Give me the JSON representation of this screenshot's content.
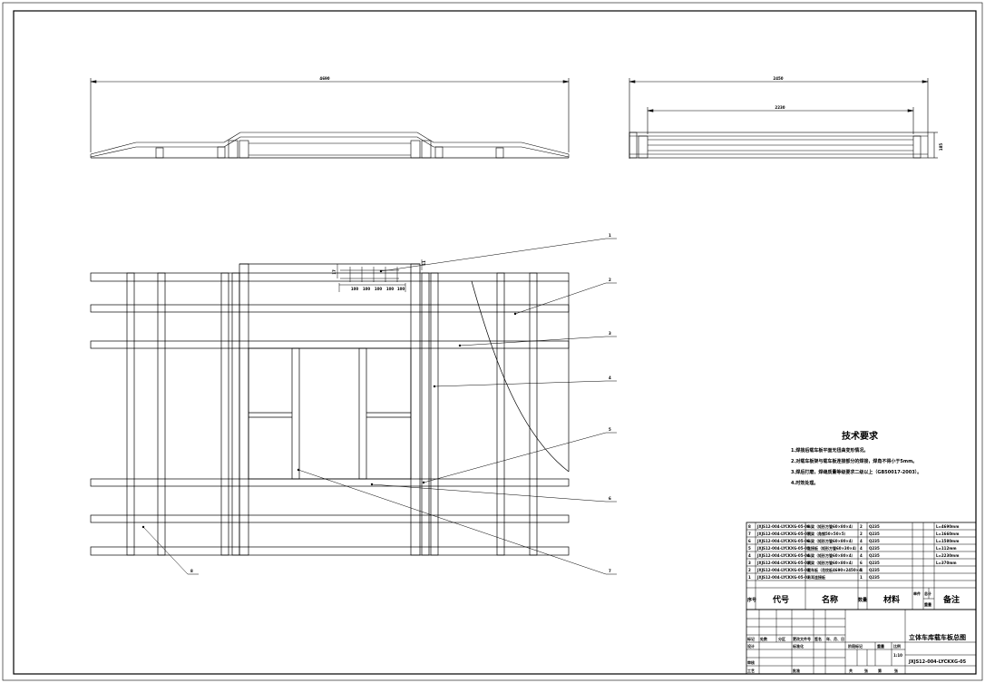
{
  "top_view": {
    "dim_total": "4690"
  },
  "side_view": {
    "dim_overall": "2450",
    "dim_inner": "2230",
    "dim_height": "185"
  },
  "plan_view": {
    "dims": [
      "100",
      "100",
      "100",
      "100",
      "100"
    ],
    "dim_v1": "17",
    "dim_v2": "11",
    "callouts": [
      "1",
      "2",
      "3",
      "4",
      "5",
      "6",
      "7",
      "8"
    ]
  },
  "tech_notes": {
    "title": "技术要求",
    "items": [
      "1.焊接后载车板平面无扭曲变形情况。",
      "2.对载车板架与载车板连接部分的焊接，焊角不得小于5mm。",
      "3.焊后打磨，焊缝质量等级要求二级以上（GB50017-2003）。",
      "4.时效处理。"
    ]
  },
  "bom": {
    "rows": [
      {
        "no": "8",
        "code": "JXJS12-004-LYCKXG-05-08",
        "name": "纵梁（矩形方管60×80×4）",
        "qty": "2",
        "mat": "Q235",
        "note": "L=4690mm"
      },
      {
        "no": "7",
        "code": "JXJS12-004-LYCKXG-05-07",
        "name": "横梁（角钢50×50×5）",
        "qty": "2",
        "mat": "Q235",
        "note": "L=1660mm"
      },
      {
        "no": "6",
        "code": "JXJS12-004-LYCKXG-05-06",
        "name": "纵梁（矩形方管60×80×4）",
        "qty": "4",
        "mat": "Q235",
        "note": "L=1580mm"
      },
      {
        "no": "5",
        "code": "JXJS12-004-LYCKXG-05-05",
        "name": "连接板（矩形方管60×30×4）",
        "qty": "4",
        "mat": "Q235",
        "note": "L=112mm"
      },
      {
        "no": "4",
        "code": "JXJS12-004-LYCKXG-05-04",
        "name": "纵梁（矩形方管60×80×4）",
        "qty": "4",
        "mat": "Q235",
        "note": "L=2230mm"
      },
      {
        "no": "3",
        "code": "JXJS12-004-LYCKXG-05-03",
        "name": "横梁（矩形方管60×80×4）",
        "qty": "6",
        "mat": "Q235",
        "note": "L=370mm"
      },
      {
        "no": "2",
        "code": "JXJS12-004-LYCKXG-05-02",
        "name": "载车板（花纹板4690×2450×4）",
        "qty": "1",
        "mat": "Q235",
        "note": ""
      },
      {
        "no": "1",
        "code": "JXJS12-004-LYCKXG-05-01",
        "name": "吊耳连接板",
        "qty": "1",
        "mat": "Q235",
        "note": ""
      }
    ],
    "header": {
      "no": "序号",
      "code": "代号",
      "name": "名称",
      "qty": "数量",
      "mat": "材料",
      "unit": "单件",
      "total": "总计",
      "weight": "重量",
      "note": "备注"
    }
  },
  "title_block": {
    "drawing_title": "立体车库载车板总图",
    "drawing_code": "JXJS12-004-LYCKXG-05",
    "scale_label": "比例",
    "scale_value": "1:10",
    "stage_label": "阶段标记",
    "weight_label": "重量",
    "row_labels": [
      "标记",
      "处数",
      "分区",
      "更改文件号",
      "签名",
      "年、月、日"
    ],
    "design": "设计",
    "standard": "标准化",
    "review": "审核",
    "process": "工艺",
    "approve": "批准",
    "sheet_labels": [
      "共",
      "张",
      "第",
      "张"
    ]
  }
}
